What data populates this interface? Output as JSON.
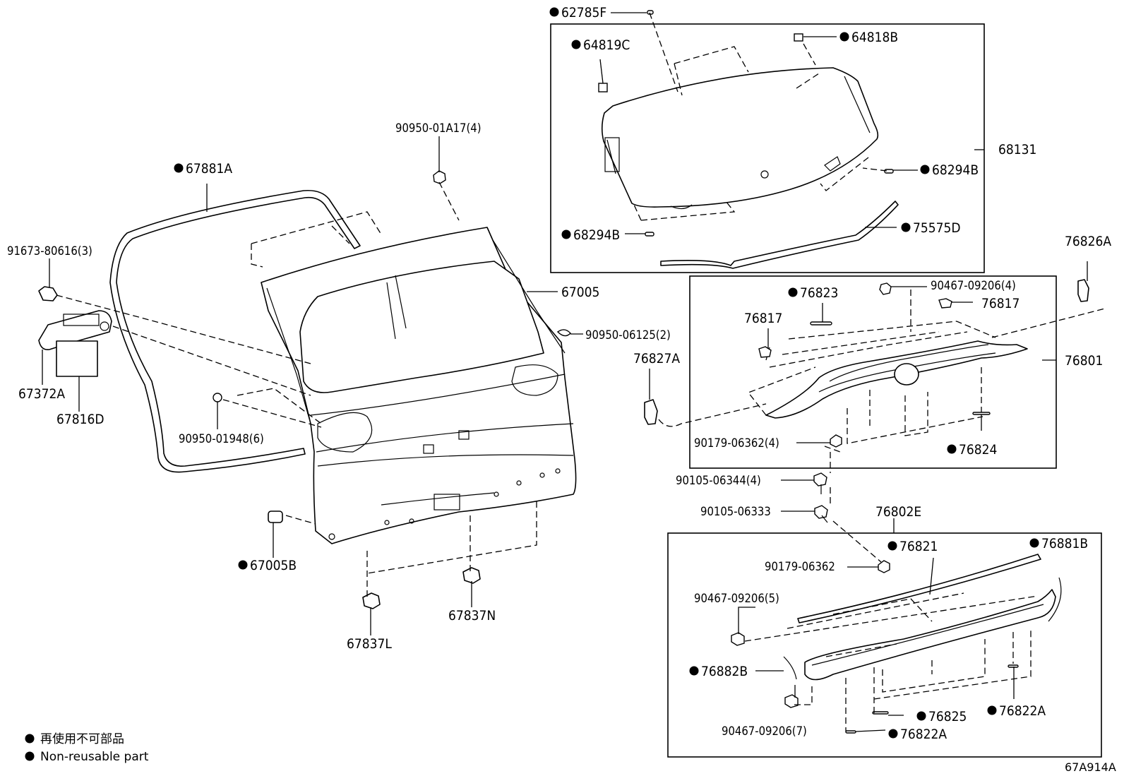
{
  "diagram_id": "67A914A",
  "legend": [
    "再使用不可部品",
    "Non-reusable part"
  ],
  "parts": {
    "p62785F": "62785F",
    "p64819C": "64819C",
    "p64818B": "64818B",
    "p68131": "68131",
    "p68294B_r": "68294B",
    "p68294B_l": "68294B",
    "p75575D": "75575D",
    "p76826A": "76826A",
    "p76823": "76823",
    "p90467_09206_4": "90467-09206(4)",
    "p76817_r": "76817",
    "p76817_l": "76817",
    "p76827A": "76827A",
    "p76801": "76801",
    "p90179_06362_4": "90179-06362(4)",
    "p76824": "76824",
    "p90105_06344_4": "90105-06344(4)",
    "p90105_06333": "90105-06333",
    "p76802E": "76802E",
    "p90179_06362": "90179-06362",
    "p76821": "76821",
    "p76881B": "76881B",
    "p90467_09206_5": "90467-09206(5)",
    "p76882B": "76882B",
    "p76825": "76825",
    "p76822A_r": "76822A",
    "p90467_09206_7": "90467-09206(7)",
    "p76822A_b": "76822A",
    "p90950_01A17_4": "90950-01A17(4)",
    "p67881A": "67881A",
    "p91673_80616_3": "91673-80616(3)",
    "p67005": "67005",
    "p90950_06125_2": "90950-06125(2)",
    "p67372A": "67372A",
    "p67816D": "67816D",
    "p90950_01948_6": "90950-01948(6)",
    "p67005B": "67005B",
    "p67837N": "67837N",
    "p67837L": "67837L"
  }
}
